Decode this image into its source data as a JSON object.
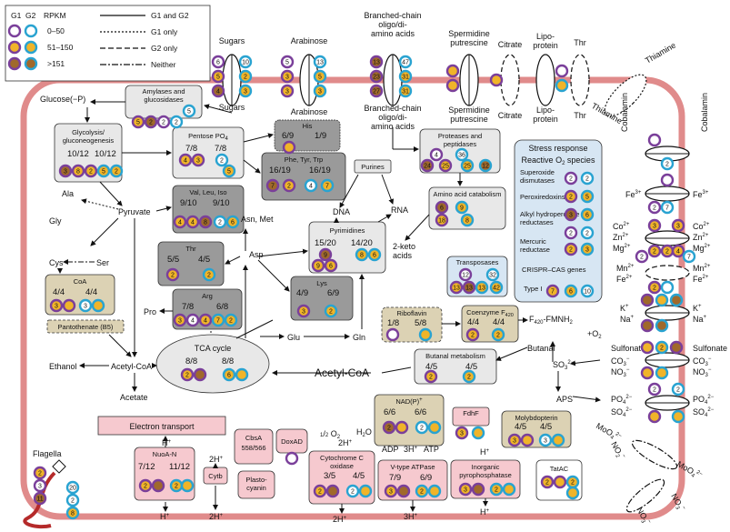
{
  "colors": {
    "membrane": "#e08b8b",
    "g1_ring": "#7a3f9a",
    "g2_ring": "#29a3d1",
    "low": "#ffffff",
    "mid": "#f0b429",
    "high": "#a0692b",
    "box_light": "#e8e8e8",
    "box_dark": "#9a9a9a",
    "box_tan": "#dcd2b4",
    "box_pink": "#f6c9cf",
    "box_blue": "#d7e6f3"
  },
  "legend": {
    "g1": "G1",
    "g2": "G2",
    "rpkm": "RPKM",
    "ranges": [
      "0–50",
      "51–150",
      ">151"
    ],
    "lines": [
      "G1 and G2",
      "G1 only",
      "G2 only",
      "Neither"
    ]
  },
  "transporters": [
    {
      "id": "sugars",
      "top": "Sugars",
      "bottom": "Sugars",
      "d": [
        "6",
        "10",
        "5",
        "2",
        "4",
        "3"
      ]
    },
    {
      "id": "arabinose",
      "top": "Arabinose",
      "bottom": "Arabinose",
      "d": [
        "5",
        "13",
        "3",
        "5",
        "3",
        "3"
      ]
    },
    {
      "id": "bcaa",
      "top": "Branched-chain\noligo/di-\namino acids",
      "bottom": "Branched-chain\noligo/di-\namino acids",
      "d": [
        "13",
        "47",
        "23",
        "31",
        "27",
        "31"
      ]
    },
    {
      "id": "spermidine",
      "top": "Spermidine\nputrescine",
      "bottom": "Spermidine\nputrescine",
      "d": []
    },
    {
      "id": "citrate",
      "top": "Citrate",
      "bottom": "Citrate",
      "d": []
    },
    {
      "id": "lipoprotein",
      "top": "Lipo-\nprotein",
      "bottom": "Lipo-\nprotein",
      "d": []
    },
    {
      "id": "thr_t",
      "top": "Thr",
      "bottom": "Thr",
      "d": []
    },
    {
      "id": "thiamine",
      "top": "Thiamine",
      "bottom": "Thiamine",
      "d": []
    },
    {
      "id": "cobalamin",
      "top": "Cobalamin",
      "bottom": "Cobalamin",
      "d": [
        "2"
      ]
    },
    {
      "id": "fe3",
      "left": "Fe3+",
      "right": "Fe3+",
      "d": [
        "2",
        "7"
      ]
    },
    {
      "id": "co2",
      "left": "Co2+\nZn2+\nMg2+",
      "right": "Co2+\nZn2+\nMg2+",
      "d": [
        "3",
        "3",
        "2",
        "2",
        "4",
        "2",
        "7"
      ]
    },
    {
      "id": "mn2",
      "left": "Mn2+\nFe2+",
      "right": "Mn2+\nFe2+",
      "d": [
        "2"
      ]
    },
    {
      "id": "kna",
      "left": "K+\nNa+",
      "right": "K+\nNa+",
      "d": []
    },
    {
      "id": "sulfonate",
      "left": "Sulfonate\nCO3−\nNO3−",
      "right": "Sulfonate\nCO3−\nNO3−",
      "d": [
        "2"
      ]
    },
    {
      "id": "po4",
      "left": "PO4 2−\nSO4 2−",
      "right": "PO4 2−\nSO4 2−",
      "d": [
        "2",
        "2"
      ]
    },
    {
      "id": "moo4",
      "left": "MoO4 2−\nNO2−",
      "right": "MoO4 2−\nNO2−",
      "d": []
    },
    {
      "id": "no3",
      "left": "NO3−",
      "right": "NO3−",
      "d": []
    }
  ],
  "modules": {
    "glucose": "Glucose(−P)",
    "amylases": {
      "title": "Amylases and\nglucosidases",
      "d": [
        "5",
        "5",
        "2",
        "2",
        "2"
      ]
    },
    "glycolysis": {
      "title": "Glycolysis/\ngluconeogenesis",
      "g1": "10/12",
      "g2": "10/12",
      "d": [
        "3",
        "8",
        "2",
        "5",
        "2"
      ]
    },
    "pentose": {
      "title": "Pentose PO4",
      "g1": "7/8",
      "g2": "7/8",
      "d": [
        "4",
        "3",
        "2",
        "5"
      ]
    },
    "his": {
      "title": "His",
      "g1": "6/9",
      "g2": "1/9"
    },
    "phe": {
      "title": "Phe, Tyr, Trp",
      "g1": "16/19",
      "g2": "16/19",
      "d": [
        "7",
        "2",
        "4",
        "7"
      ]
    },
    "val": {
      "title": "Val, Leu, Iso",
      "g1": "9/10",
      "g2": "9/10",
      "d": [
        "4",
        "4",
        "8",
        "2",
        "6"
      ]
    },
    "thr": {
      "title": "Thr",
      "g1": "5/5",
      "g2": "4/5",
      "d": [
        "2",
        "2"
      ]
    },
    "arg": {
      "title": "Arg",
      "g1": "7/8",
      "g2": "6/8",
      "d": [
        "3",
        "4",
        "4",
        "7",
        "2"
      ]
    },
    "lys": {
      "title": "Lys",
      "g1": "4/9",
      "g2": "6/9",
      "d": [
        "3",
        "2"
      ]
    },
    "pyrimidines": {
      "title": "Pyrimidines",
      "g1": "15/20",
      "g2": "14/20",
      "d": [
        "9",
        "8",
        "6",
        "9",
        "6"
      ]
    },
    "purines": "Purines",
    "proteases": {
      "title": "Proteases and\npeptidases",
      "d": [
        "4",
        "36",
        "24",
        "25",
        "25",
        "12"
      ]
    },
    "aa_catabolism": {
      "title": "Amino acid catabolism",
      "d": [
        "6",
        "9",
        "18",
        "8"
      ]
    },
    "transposases": {
      "title": "Transposases",
      "d": [
        "12",
        "32",
        "13",
        "13",
        "13",
        "42"
      ]
    },
    "coa": {
      "title": "CoA",
      "g1": "4/4",
      "g2": "4/4",
      "d": [
        "3",
        "3"
      ]
    },
    "pantothenate": "Pantothenate (B5)",
    "riboflavin": {
      "title": "Riboflavin",
      "g1": "1/8",
      "g2": "5/8"
    },
    "coenzyme": {
      "title": "Coenzyme F420",
      "g1": "4/4",
      "g2": "4/4",
      "d": [
        "2",
        "2"
      ]
    },
    "butanal": {
      "title": "Butanal metabolism",
      "g1": "4/5",
      "g2": "4/5",
      "d": [
        "2",
        "2"
      ]
    },
    "tca": {
      "title": "TCA cycle",
      "g1": "8/8",
      "g2": "8/8",
      "d": [
        "2",
        "6"
      ]
    },
    "nadp": {
      "title": "NAD(P)+",
      "g1": "6/6",
      "g2": "6/6",
      "d": [
        "2",
        "2"
      ]
    },
    "fdhf": {
      "title": "FdhF",
      "d": [
        "3"
      ]
    },
    "molybdopterin": {
      "title": "Molybdopterin",
      "g1": "4/5",
      "g2": "4/5",
      "d": [
        "3",
        "3"
      ]
    },
    "stress": {
      "title": "Stress response",
      "subtitle": "Reactive O2 species",
      "items": [
        "Superoxide\ndismutases",
        "Peroxiredoxins",
        "Alkyl hydroperoxide\nreductases",
        "Mercuric\nreductase",
        "CRISPR–CAS genes",
        "Type I"
      ],
      "d": [
        "2",
        "2",
        "2",
        "5",
        "3",
        "6",
        "2",
        "2",
        "2",
        "3",
        "7",
        "6",
        "10"
      ]
    },
    "electron_transport": "Electron transport",
    "nuoa": {
      "title": "NuoA-N",
      "g1": "7/12",
      "g2": "11/12",
      "d": [
        "2",
        "2"
      ]
    },
    "cbsa": {
      "title": "CbsA",
      "sub": "558/566"
    },
    "doxad": "DoxAD",
    "cytb": "Cytb",
    "plastocyanin": "Plasto-\ncyanin",
    "cytochrome": {
      "title": "Cytochrome C\noxidase",
      "g1": "3/5",
      "g2": "4/5",
      "d": [
        "2",
        "2"
      ]
    },
    "vtype": {
      "title": "V-type ATPase",
      "g1": "7/9",
      "g2": "6/9",
      "d": [
        "3",
        "2"
      ]
    },
    "pyrophosphatase": {
      "title": "Inorganic\npyrophosphatase",
      "d": [
        "3",
        "2"
      ]
    },
    "tatac": {
      "title": "TatAC",
      "d": [
        "2",
        "2"
      ]
    }
  },
  "metabolites": {
    "ala": "Ala",
    "gly": "Gly",
    "ser": "Ser",
    "cys": "Cys",
    "pyruvate": "Pyruvate",
    "asn_met": "Asn, Met",
    "asp": "Asp",
    "pro": "Pro",
    "glu": "Glu",
    "gln": "Gln",
    "dna": "DNA",
    "rna": "RNA",
    "keto": "2-keto\nacids",
    "ethanol": "Ethanol",
    "acetyl": "Acetyl-CoA",
    "acetate": "Acetate",
    "acetyl_big": "Acetyl-CoA",
    "butanal": "Butanal",
    "f420": "F420-FMNH2",
    "o2": "+O2",
    "so3": "SO3 2−",
    "aps": "APS",
    "so4": "SO4 2−",
    "flagella": "Flagella",
    "h_plus": "H+",
    "two_h": "2H+",
    "three_h": "3H+",
    "adp": "ADP",
    "atp": "ATP",
    "half_o2": "1/2 O2",
    "h2o": "H2O",
    "two_h_in": "2H+"
  },
  "flagella_dots": [
    "2",
    "20",
    "3",
    "2",
    "11",
    "8"
  ]
}
